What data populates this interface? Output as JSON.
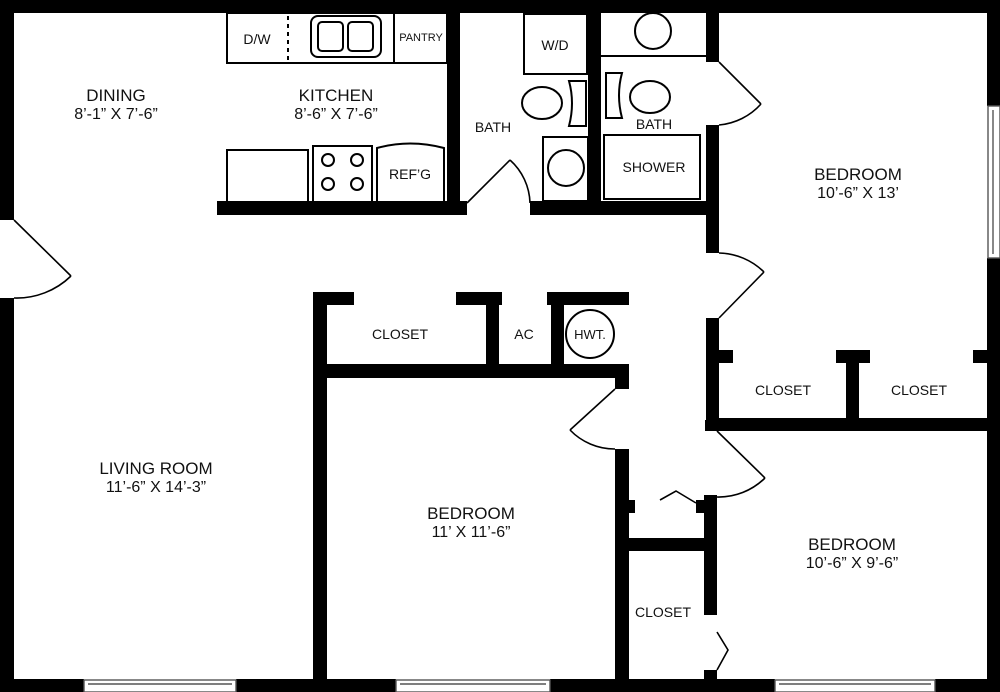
{
  "plan": {
    "type": "apartment floor plan",
    "wall_color": "#000000",
    "background_color": "#ffffff",
    "rooms": [
      {
        "id": "dining",
        "name": "DINING",
        "dimensions": "8’-1” X 7’-6”"
      },
      {
        "id": "kitchen",
        "name": "KITCHEN",
        "dimensions": "8’-6” X 7’-6”"
      },
      {
        "id": "living-room",
        "name": "LIVING ROOM",
        "dimensions": "11’-6” X 14’-3”"
      },
      {
        "id": "bedroom-master",
        "name": "BEDROOM",
        "dimensions": "10’-6” X 13’"
      },
      {
        "id": "bedroom-center",
        "name": "BEDROOM",
        "dimensions": "11’ X 11’-6”"
      },
      {
        "id": "bedroom-southeast",
        "name": "BEDROOM",
        "dimensions": "10’-6” X 9’-6”"
      }
    ],
    "small_labels": {
      "bath_left": "BATH",
      "bath_right": "BATH",
      "closet_hall": "CLOSET",
      "ac": "AC",
      "hwt": "HWT.",
      "closet_master_left": "CLOSET",
      "closet_master_right": "CLOSET",
      "closet_southeast": "CLOSET",
      "shower": "SHOWER",
      "refg": "REF’G",
      "dw": "D/W",
      "pantry": "PANTRY",
      "wd": "W/D"
    }
  }
}
